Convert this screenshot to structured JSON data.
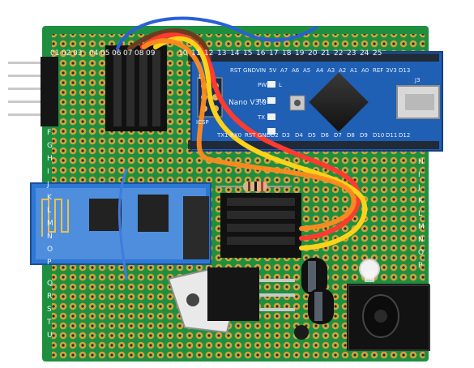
{
  "board": {
    "top_column_labels": [
      "01",
      "02",
      "03",
      "04",
      "05",
      "06",
      "07",
      "08",
      "09",
      "10",
      "11",
      "12",
      "13",
      "14",
      "15",
      "16",
      "17",
      "18",
      "19",
      "20",
      "21",
      "22",
      "23",
      "24",
      "25"
    ],
    "left_row_labels": [
      "F",
      "G",
      "H",
      "I",
      "J",
      "K",
      "L",
      "M",
      "N",
      "O",
      "P",
      "Q",
      "R",
      "S",
      "T",
      "U"
    ],
    "right_row_labels": [
      "H",
      "I",
      "J",
      "K",
      "L",
      "M",
      "N",
      "O",
      "P"
    ],
    "colors": {
      "pcb": "#1f8f3f",
      "pad": "#caa23a",
      "nano": "#1f5fb4",
      "bt": "#2c78d6"
    }
  },
  "arduino": {
    "board_name": "Nano V3.0",
    "labels": [
      "RST",
      "GND",
      "VIN",
      "5V",
      "A7",
      "A6",
      "A5",
      "A4",
      "A3",
      "A2",
      "A1",
      "A0",
      "REF",
      "3V3",
      "D13",
      "D12",
      "D11",
      "D10",
      "D9",
      "D8",
      "D7",
      "D6",
      "D5",
      "D4",
      "D3",
      "D2",
      "GND",
      "RST",
      "RX0",
      "TX1",
      "PWR",
      "L",
      "RX",
      "TX",
      "J3",
      "ICSP",
      "1"
    ]
  }
}
